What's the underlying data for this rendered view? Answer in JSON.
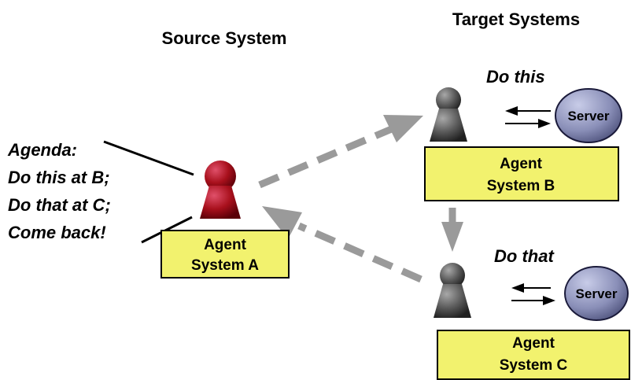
{
  "headings": {
    "source": "Source System",
    "target": "Target Systems"
  },
  "agenda": {
    "lines": [
      "Agenda:",
      "Do this at B;",
      "Do that at C;",
      "Come back!"
    ]
  },
  "agent_system_a": {
    "line1": "Agent",
    "line2": "System A"
  },
  "agent_system_b": {
    "line1": "Agent",
    "line2": "System B"
  },
  "agent_system_c": {
    "line1": "Agent",
    "line2": "System C"
  },
  "task_b": "Do this",
  "task_c": "Do that",
  "server_b": "Server",
  "server_c": "Server",
  "colors": {
    "box_fill": "#f2f26e",
    "agent_red": "#a8101c",
    "agent_gray": "#5a5a5a",
    "server_fill": "#8a8fb8",
    "arrow_gray": "#9a9a9a"
  },
  "icons": {
    "agent": "pawn-icon",
    "server": "server-ellipse-icon"
  }
}
